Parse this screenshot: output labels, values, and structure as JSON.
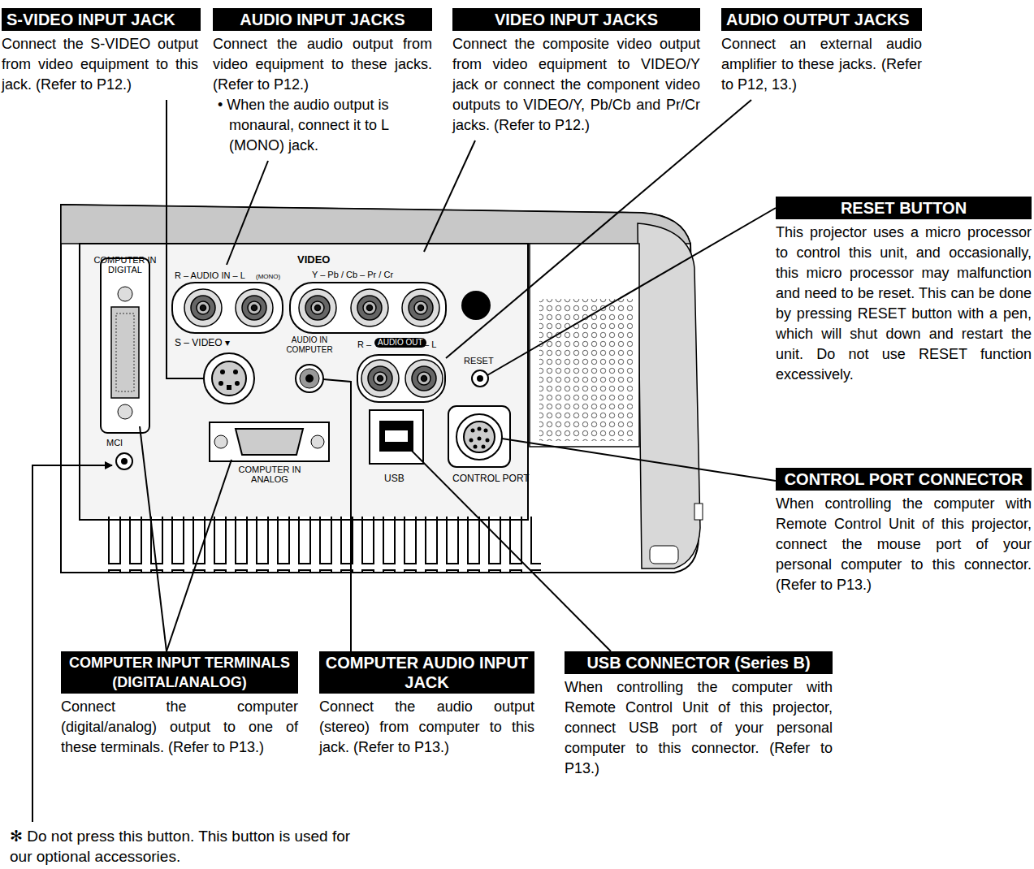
{
  "diagram": {
    "nodes": [
      {
        "text": [
          "S-VIDEO INPUT JACK",
          "Connect the S-VIDEO output from video equipment to this jack. (Refer to P12.)"
        ]
      },
      {
        "text": [
          "AUDIO INPUT JACKS",
          "Connect the audio output from video equipment to these jacks. (Refer to P12.)",
          "• When the audio output is monaural, connect it to L (MONO) jack."
        ]
      },
      {
        "text": [
          "VIDEO INPUT JACKS",
          "Connect the composite video output from video equipment to VIDEO/Y jack or connect the component video outputs to VIDEO/Y, Pb/Cb and Pr/Cr jacks. (Refer to P12.)"
        ]
      },
      {
        "text": [
          "AUDIO OUTPUT JACKS",
          "Connect an external audio amplifier to these jacks. (Refer to P12, 13.)"
        ]
      },
      {
        "text": [
          "RESET BUTTON",
          "This projector uses a micro processor to control this unit, and occasionally, this micro processor may malfunction and need to be reset. This can be done by pressing RESET button with a pen, which will shut down and restart the unit. Do not use RESET function excessively."
        ]
      },
      {
        "text": [
          "CONTROL PORT CONNECTOR",
          "When controlling the computer with Remote Control Unit of this projector, connect the mouse port of your personal computer to this connector. (Refer to P13.)"
        ]
      },
      {
        "text": [
          "COMPUTER INPUT TERMINALS (DIGITAL/ANALOG)",
          "Connect the computer (digital/analog) output to one of these terminals. (Refer to P13.)"
        ]
      },
      {
        "text": [
          "COMPUTER AUDIO INPUT JACK",
          "Connect the audio output (stereo) from computer to this jack. (Refer to P13.)"
        ]
      },
      {
        "text": [
          "USB CONNECTOR (Series B)",
          "When controlling the computer with Remote Control Unit of this projector, connect USB port of your personal computer to this connector. (Refer to P13.)"
        ]
      }
    ],
    "labels": [
      "COMPUTER IN DIGITAL",
      "MCI",
      "R – AUDIO IN – L",
      "(MONO)",
      "VIDEO",
      "Y – Pb / Cb – Pr / Cr",
      "S – VIDEO ▾",
      "AUDIO IN COMPUTER",
      "R –",
      "AUDIO OUT",
      "– L",
      "RESET",
      "COMPUTER IN ANALOG",
      "USB",
      "CONTROL PORT",
      "✻ Do not press this button. This button is used for our optional accessories."
    ]
  }
}
